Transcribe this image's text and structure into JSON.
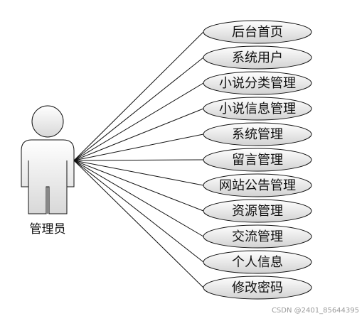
{
  "actor": {
    "label": "管理员"
  },
  "use_cases": [
    "后台首页",
    "系统用户",
    "小说分类管理",
    "小说信息管理",
    "系统管理",
    "留言管理",
    "网站公告管理",
    "资源管理",
    "交流管理",
    "个人信息",
    "修改密码"
  ],
  "watermark": "CSDN @2401_85644395",
  "colors": {
    "stroke": "#111111",
    "fill_top": "#ffffff",
    "fill_bottom": "#d6d6d6"
  }
}
